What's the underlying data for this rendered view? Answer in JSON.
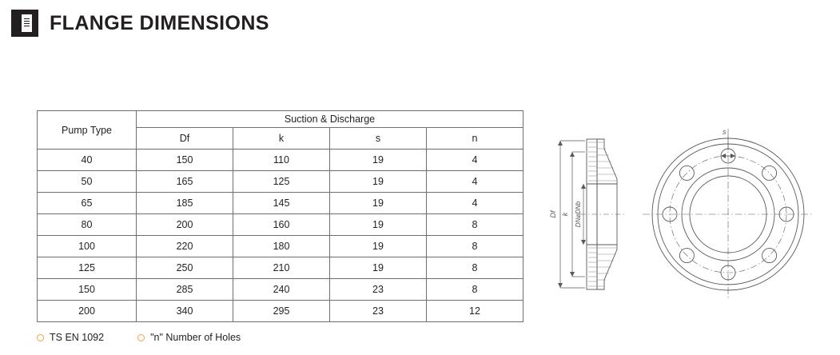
{
  "header": {
    "title": "FLANGE DIMENSIONS",
    "icon": "document-icon"
  },
  "table": {
    "group_header": "Suction & Discharge",
    "type_header": "Pump Type",
    "columns": [
      "Df",
      "k",
      "s",
      "n"
    ],
    "rows": [
      {
        "type": "40",
        "Df": "150",
        "k": "110",
        "s": "19",
        "n": "4"
      },
      {
        "type": "50",
        "Df": "165",
        "k": "125",
        "s": "19",
        "n": "4"
      },
      {
        "type": "65",
        "Df": "185",
        "k": "145",
        "s": "19",
        "n": "4"
      },
      {
        "type": "80",
        "Df": "200",
        "k": "160",
        "s": "19",
        "n": "8"
      },
      {
        "type": "100",
        "Df": "220",
        "k": "180",
        "s": "19",
        "n": "8"
      },
      {
        "type": "125",
        "Df": "250",
        "k": "210",
        "s": "19",
        "n": "8"
      },
      {
        "type": "150",
        "Df": "285",
        "k": "240",
        "s": "23",
        "n": "8"
      },
      {
        "type": "200",
        "Df": "340",
        "k": "295",
        "s": "23",
        "n": "12"
      }
    ]
  },
  "legend": {
    "items": [
      {
        "label": "TS EN 1092"
      },
      {
        "label": "\"n\" Number of Holes"
      }
    ],
    "marker_color": "#e8a33d"
  },
  "drawing": {
    "name": "flange-technical-drawing",
    "labels": {
      "s": "s",
      "df": "Df",
      "k": "k",
      "dn": "DNøDNb"
    }
  }
}
